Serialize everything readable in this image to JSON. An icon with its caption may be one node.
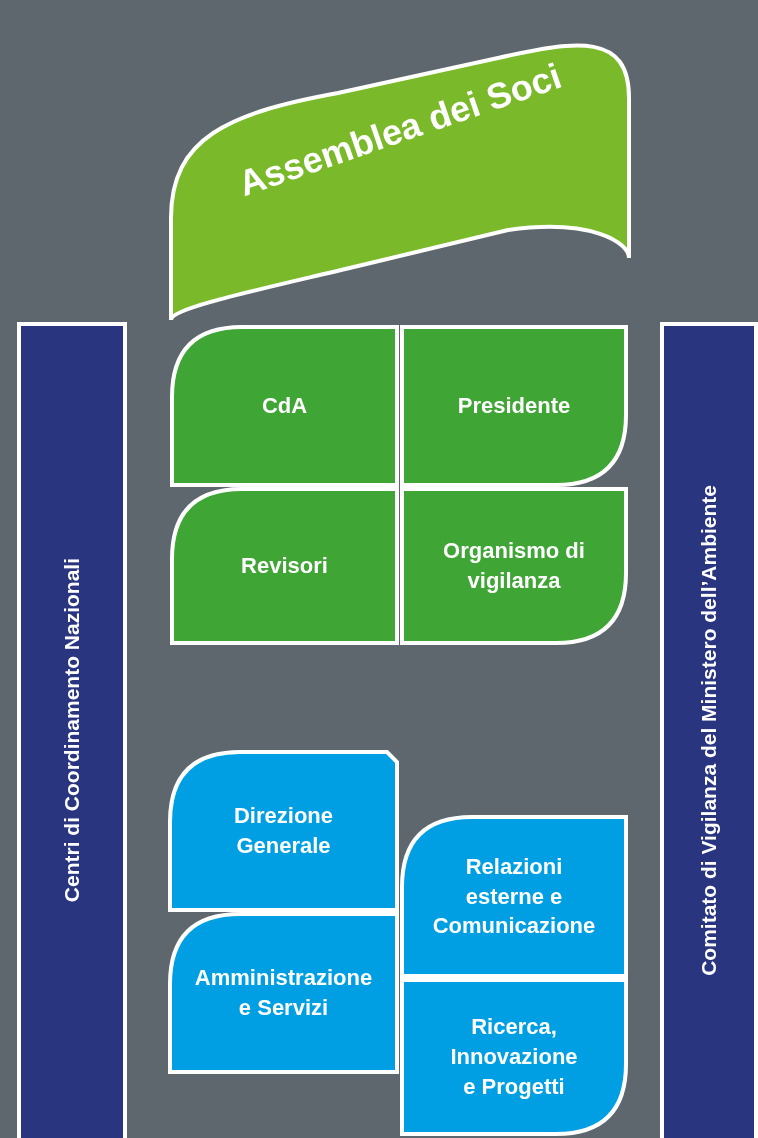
{
  "diagram": {
    "nodes": [
      {
        "text": [
          "Assemblea dei Soci"
        ]
      },
      {
        "text": [
          "Centri di Coordinamento Nazionali"
        ]
      },
      {
        "text": [
          "Comitato di Vigilanza del Ministero dell’Ambiente"
        ]
      },
      {
        "text": [
          "CdA"
        ]
      },
      {
        "text": [
          "Presidente"
        ]
      },
      {
        "text": [
          "Revisori"
        ]
      },
      {
        "text": [
          "Organismo di vigilanza"
        ]
      },
      {
        "text": [
          "Direzione Generale"
        ]
      },
      {
        "text": [
          "Relazioni esterne e Comunicazione"
        ]
      },
      {
        "text": [
          "Amministrazione e Servizi"
        ]
      },
      {
        "text": [
          "Ricerca, Innovazione e Progetti"
        ]
      }
    ]
  }
}
